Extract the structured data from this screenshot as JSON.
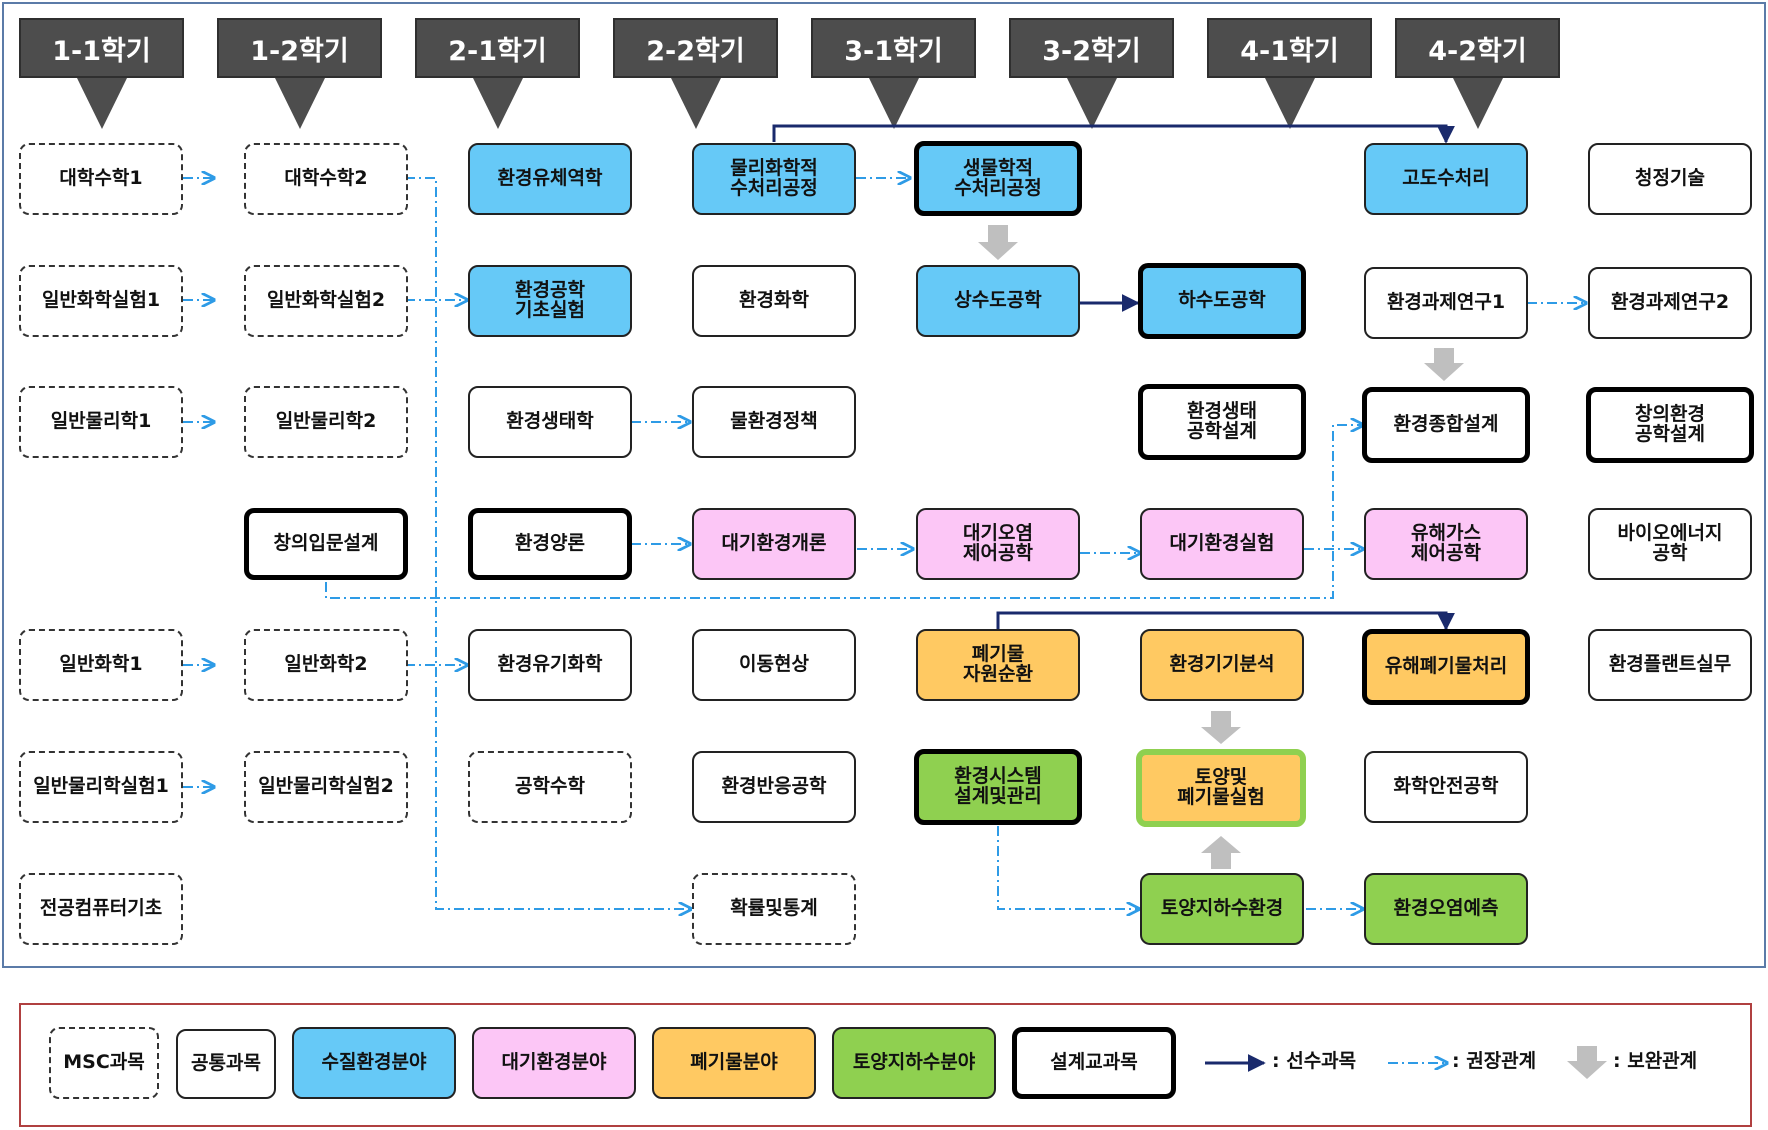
{
  "semesters": [
    "1-1학기",
    "1-2학기",
    "2-1학기",
    "2-2학기",
    "3-1학기",
    "3-2학기",
    "4-1학기",
    "4-2학기"
  ],
  "courses": {
    "c11_1": "대학수학1",
    "c11_2": "일반화학실험1",
    "c11_3": "일반물리학1",
    "c11_5": "일반화학1",
    "c11_6": "일반물리학실험1",
    "c11_7": "전공컴퓨터기초",
    "c12_1": "대학수학2",
    "c12_2": "일반화학실험2",
    "c12_3": "일반물리학2",
    "c12_4": "창의입문설계",
    "c12_5": "일반화학2",
    "c12_6": "일반물리학실험2",
    "c21_1": "환경유체역학",
    "c21_2": "환경공학\n기초실험",
    "c21_3": "환경생태학",
    "c21_4": "환경양론",
    "c21_5": "환경유기화학",
    "c21_6": "공학수학",
    "c22_1": "물리화학적\n수처리공정",
    "c22_2": "환경화학",
    "c22_3": "물환경정책",
    "c22_4": "대기환경개론",
    "c22_5": "이동현상",
    "c22_6": "환경반응공학",
    "c22_7": "확률및통계",
    "c31_1": "생물학적\n수처리공정",
    "c31_2": "상수도공학",
    "c31_4": "대기오염\n제어공학",
    "c31_5": "폐기물\n자원순환",
    "c31_6": "환경시스템\n설계및관리",
    "c32_2": "하수도공학",
    "c32_3": "환경생태\n공학설계",
    "c32_4": "대기환경실험",
    "c32_5": "환경기기분석",
    "c32_6": "토양및\n폐기물실험",
    "c32_7": "토양지하수환경",
    "c41_1": "고도수처리",
    "c41_2": "환경과제연구1",
    "c41_3": "환경종합설계",
    "c41_4": "유해가스\n제어공학",
    "c41_5": "유해폐기물처리",
    "c41_6": "화학안전공학",
    "c41_7": "환경오염예측",
    "c42_1": "청정기술",
    "c42_2": "환경과제연구2",
    "c42_3": "창의환경\n공학설계",
    "c42_4": "바이오에너지\n공학",
    "c42_5": "환경플랜트실무"
  },
  "legend": {
    "msc": "MSC과목",
    "common": "공통과목",
    "water": "수질환경분야",
    "air": "대기환경분야",
    "waste": "폐기물분야",
    "soil": "토양지하수분야",
    "design": "설계교과목",
    "prereq": ": 선수과목",
    "recommend": ": 권장관계",
    "supplement": ": 보완관계"
  },
  "colors": {
    "water": "#66c9f7",
    "air": "#fcc6f6",
    "waste": "#ffc962",
    "soil": "#8fd050",
    "header": "#4d4d4d",
    "prereq_line": "#1a2a6c",
    "recommend_line": "#2e9be6",
    "supplement_arrow": "#bfbfbf"
  }
}
